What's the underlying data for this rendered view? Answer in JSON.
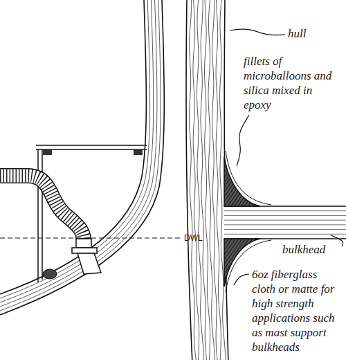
{
  "diagram": {
    "labels": [
      "DWL",
      "hull",
      "fillets of microballoons and silica mixed in epoxy",
      "bulkhead",
      "6oz fiberglass cloth or matte for high strength applications such as mast support bulkheads"
    ]
  }
}
